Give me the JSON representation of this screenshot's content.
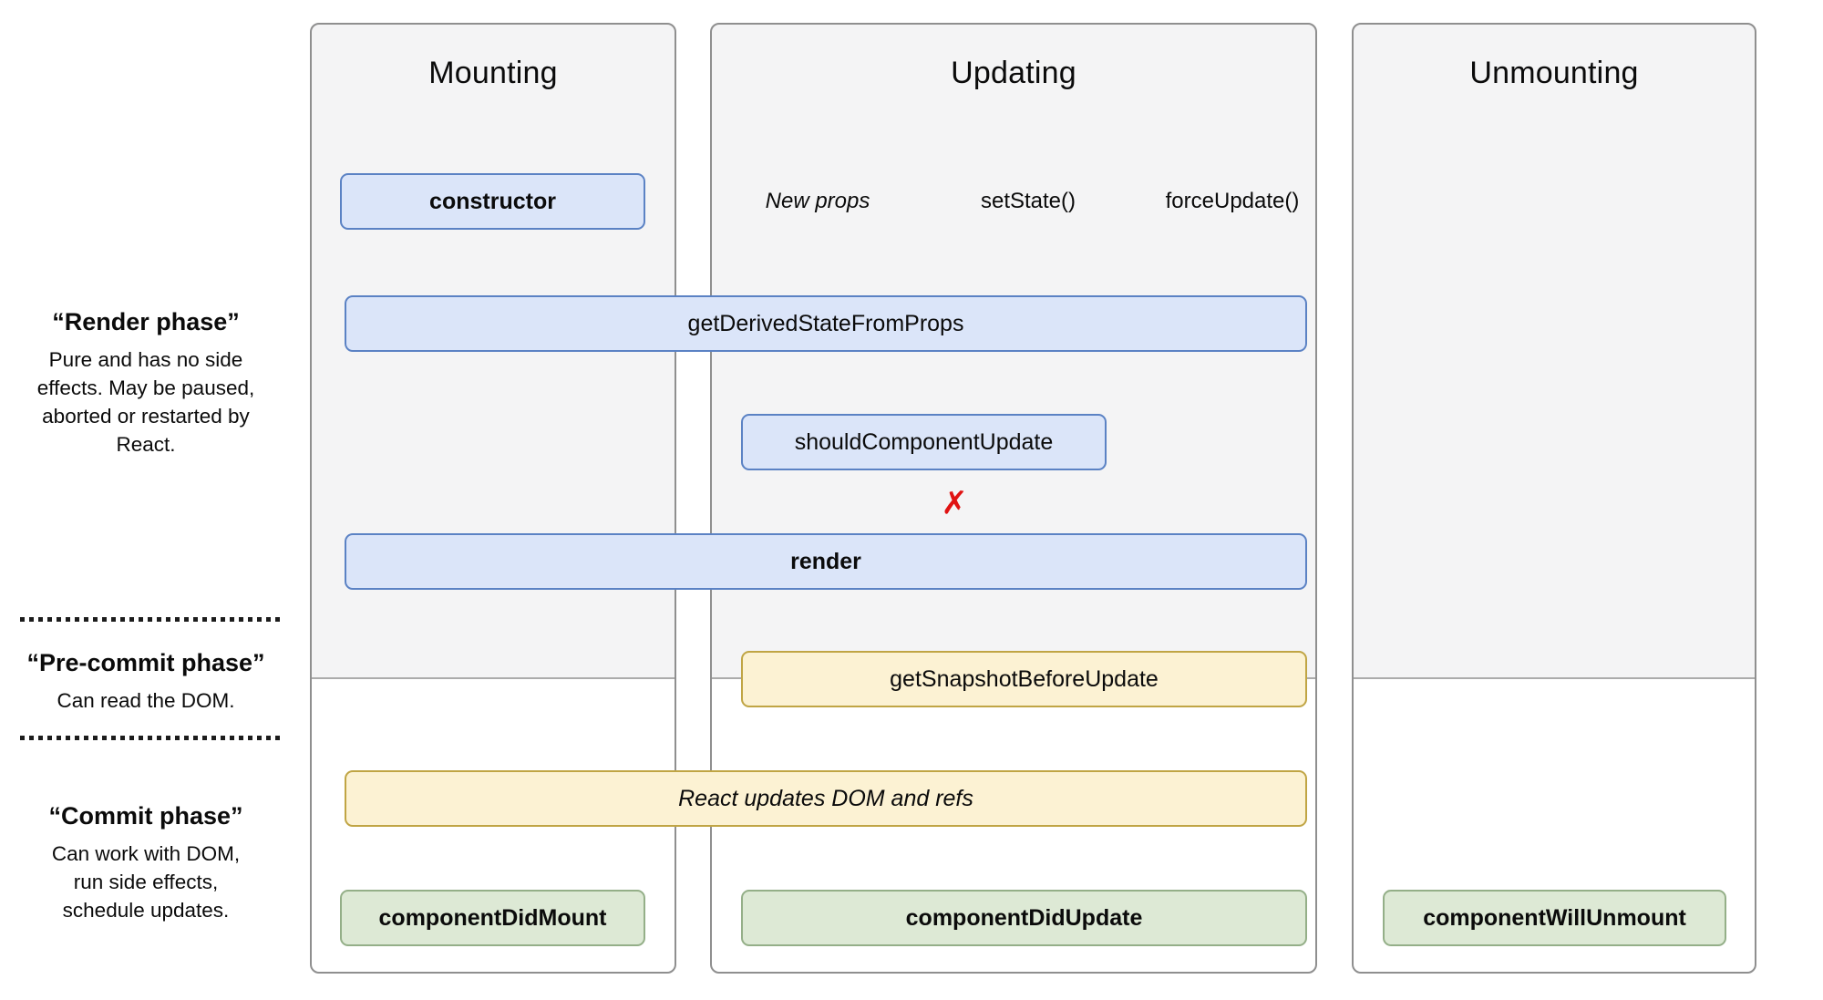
{
  "phases": {
    "render": {
      "title": "“Render phase”",
      "description": "Pure and has no side effects. May be paused, aborted or restarted by React."
    },
    "pre_commit": {
      "title": "“Pre-commit phase”",
      "description": "Can read the DOM."
    },
    "commit": {
      "title": "“Commit phase”",
      "description": "Can work with DOM, run side effects, schedule updates."
    }
  },
  "columns": [
    {
      "id": "mounting",
      "title": "Mounting"
    },
    {
      "id": "updating",
      "title": "Updating",
      "triggers": [
        "New props",
        "setState()",
        "forceUpdate()"
      ]
    },
    {
      "id": "unmounting",
      "title": "Unmounting"
    }
  ],
  "nodes": {
    "constructor": "constructor",
    "get_derived_state_from_props": "getDerivedStateFromProps",
    "should_component_update": "shouldComponentUpdate",
    "render": "render",
    "get_snapshot_before_update": "getSnapshotBeforeUpdate",
    "react_updates_dom": "React updates DOM and refs",
    "component_did_mount": "componentDidMount",
    "component_did_update": "componentDidUpdate",
    "component_will_unmount": "componentWillUnmount"
  },
  "annotations": {
    "skip_update_marker": "✗"
  },
  "colors": {
    "node_blue": "#dbe5f9",
    "node_blue_border": "#5b82c4",
    "node_yellow": "#fcf2d3",
    "node_yellow_border": "#c0a544",
    "node_green": "#dde9d5",
    "node_green_border": "#94af88",
    "column_bg": "#f4f4f5",
    "reject_red": "#e01212"
  }
}
